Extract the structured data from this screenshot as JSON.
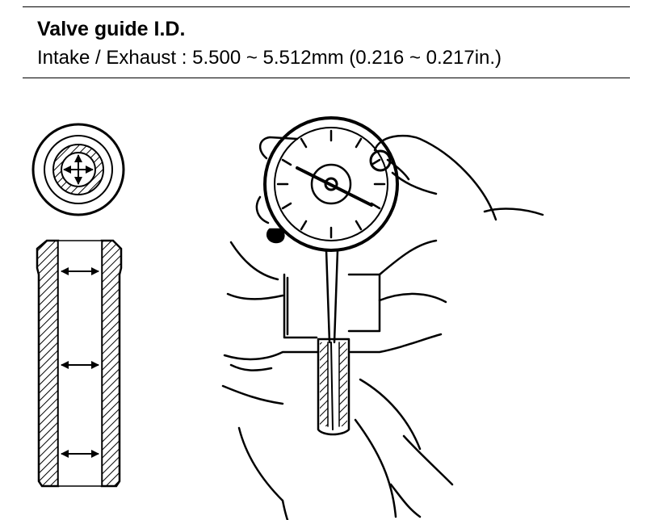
{
  "header": {
    "title": "Valve guide I.D.",
    "spec": "Intake / Exhaust : 5.500 ~ 5.512mm (0.216 ~ 0.217in.)"
  },
  "figures": {
    "end_view": {
      "name": "valve-guide-end-view"
    },
    "section_view": {
      "name": "valve-guide-cross-section"
    },
    "measurement": {
      "name": "dial-bore-gauge-in-valve-guide"
    }
  }
}
